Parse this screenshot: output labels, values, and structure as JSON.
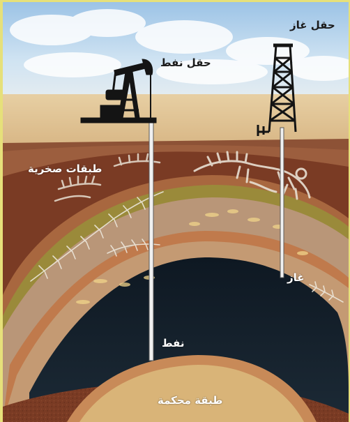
{
  "labels": {
    "gas_field": "حقل غاز",
    "oil_field": "حقل نفط",
    "rock_layers": "طبقات صخرية",
    "gas": "غاز",
    "oil": "نفط",
    "cap_rock": "طبقة محكمة"
  },
  "colors": {
    "sky": "#bcd8ee",
    "ground_surface": "#e4c89a",
    "rock_dark": "#7a3b24",
    "rock_light": "#b58a6e",
    "olive_band": "#9a8a3a",
    "oil_reservoir": "#15212c",
    "cap_rock_tan": "#d9b478",
    "pipe": "#eeeeee"
  }
}
